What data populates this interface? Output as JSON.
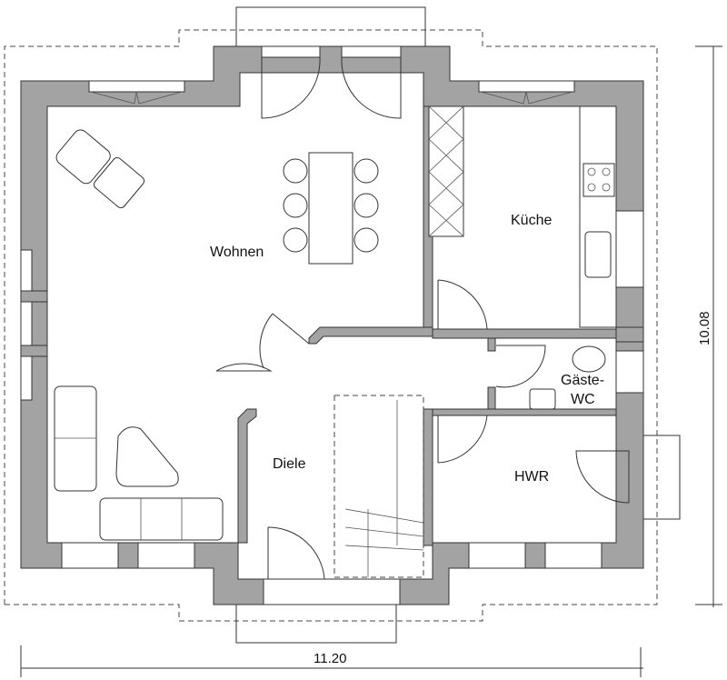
{
  "plan": {
    "rooms": {
      "wohnen": "Wohnen",
      "kueche": "Küche",
      "gaeste_line1": "Gäste-",
      "gaeste_line2": "WC",
      "diele": "Diele",
      "hwr": "HWR"
    },
    "dimensions": {
      "width": "11.20",
      "depth": "10.08"
    },
    "colors": {
      "wall": "#a3a3a3",
      "line": "#333333"
    }
  }
}
